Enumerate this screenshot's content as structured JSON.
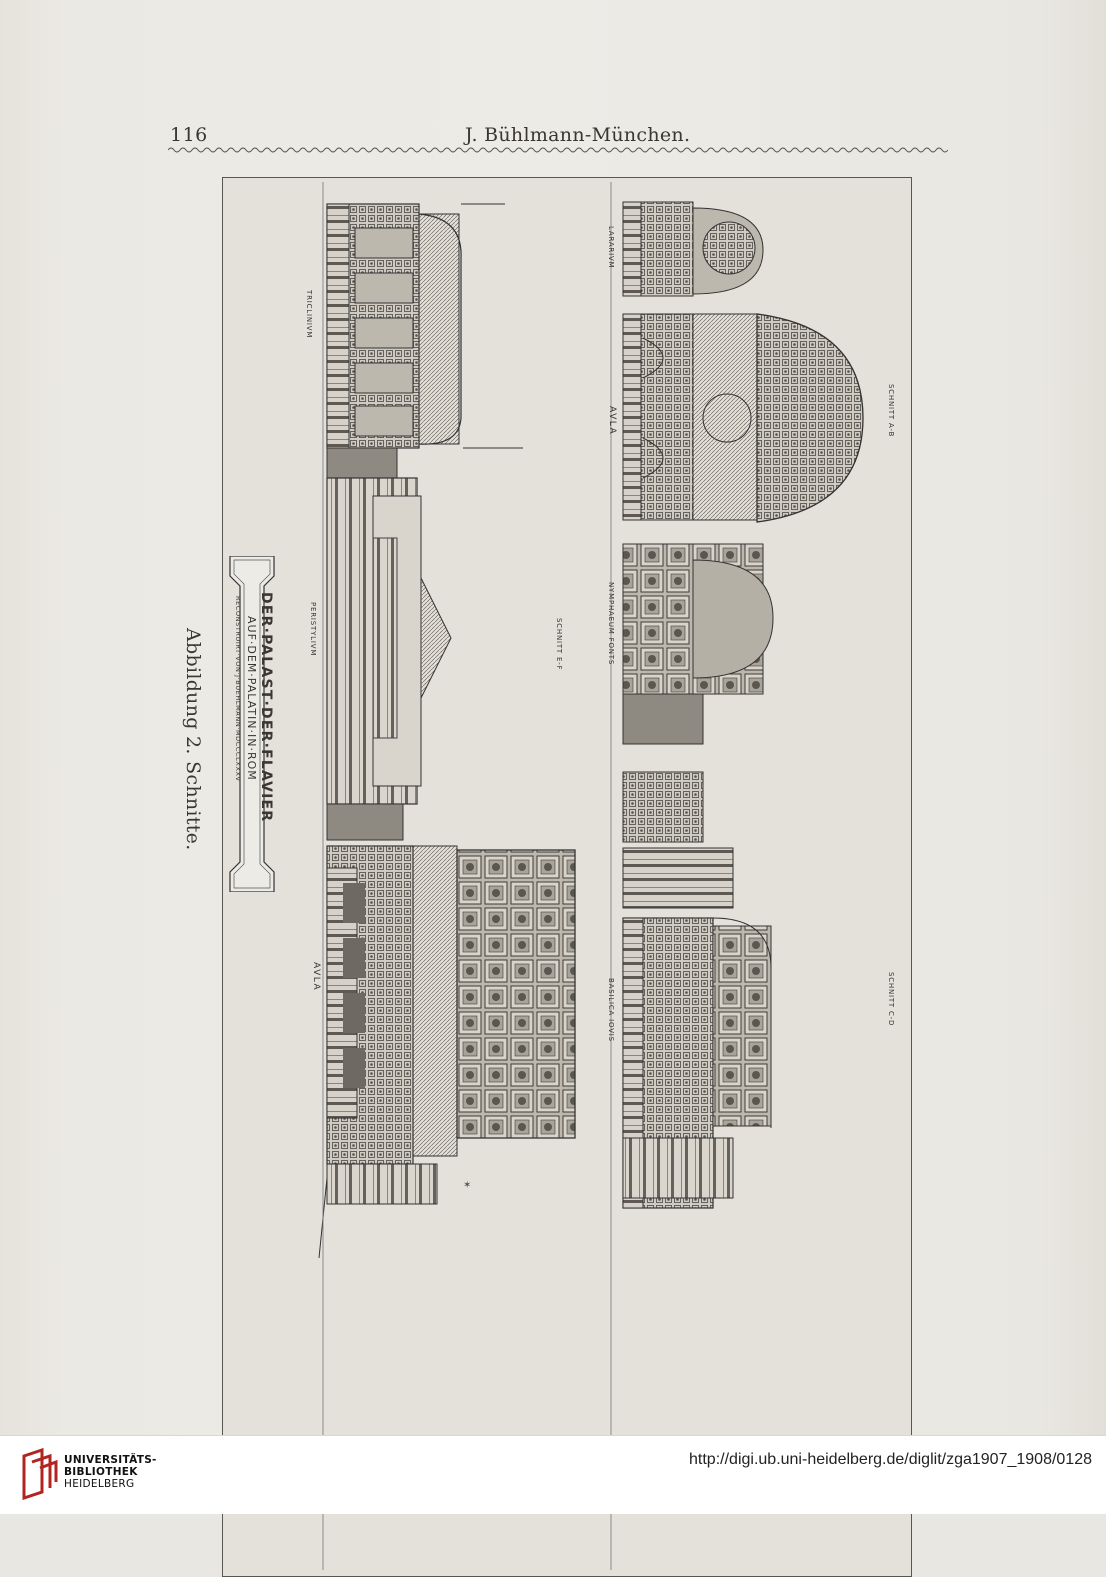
{
  "header": {
    "page_number": "116",
    "running_title": "J. Bühlmann-München."
  },
  "plate": {
    "title_line1": "DER·PALAST·DER·FLAVIER",
    "title_line2": "AUF·DEM·PALATIN·IN·ROM",
    "title_line3": "RECONSTRUIRT·VON·J·BUEHLMANN·MDCCCLXXXV",
    "labels": {
      "triclinium": "TRICLINIVM",
      "peristylium": "PERISTYLIVM",
      "aula_left": "AVLA",
      "schnitt_ef": "SCHNITT E-F",
      "lararium": "LARARIVM",
      "aula_right": "AVLA",
      "schnitt_ab": "SCHNITT A-B",
      "nymphaeum": "NYMPHAEUM FONTS",
      "basilica": "BASILICA IOVIS",
      "schnitt_cd": "SCHNITT C-D"
    }
  },
  "caption": "Abbildung 2.  Schnitte.",
  "footer": {
    "library_line1": "UNIVERSITÄTS-",
    "library_line2": "BIBLIOTHEK",
    "library_line3": "HEIDELBERG",
    "url": "http://digi.ub.uni-heidelberg.de/diglit/zga1907_1908/0128"
  }
}
